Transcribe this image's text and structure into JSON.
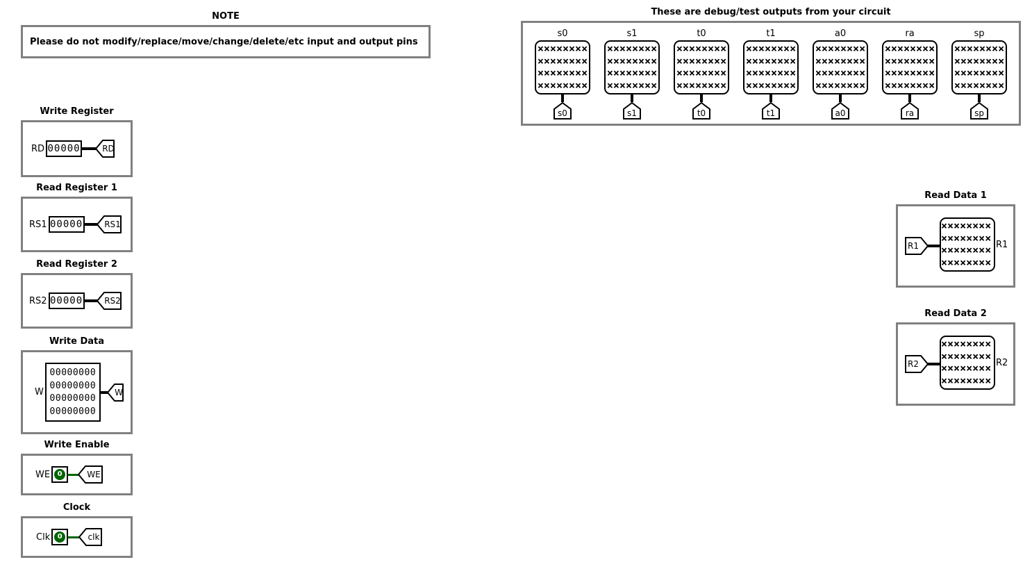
{
  "note": {
    "title": "NOTE",
    "text": "Please do not modify/replace/move/change/delete/etc input and output pins"
  },
  "unknown_row": "××××××××",
  "left_sections": {
    "write_register": {
      "title": "Write Register",
      "pin_label": "RD",
      "pin_value": "00000",
      "tunnel_label": "RD"
    },
    "read_register_1": {
      "title": "Read Register 1",
      "pin_label": "RS1",
      "pin_value": "00000",
      "tunnel_label": "RS1"
    },
    "read_register_2": {
      "title": "Read Register 2",
      "pin_label": "RS2",
      "pin_value": "00000",
      "tunnel_label": "RS2"
    },
    "write_data": {
      "title": "Write Data",
      "pin_label": "W",
      "pin_value_rows": [
        "00000000",
        "00000000",
        "00000000",
        "00000000"
      ],
      "tunnel_label": "W"
    },
    "write_enable": {
      "title": "Write Enable",
      "pin_label": "WE",
      "pin_value": "0",
      "tunnel_label": "WE"
    },
    "clock": {
      "title": "Clock",
      "pin_label": "Clk",
      "pin_value": "0",
      "tunnel_label": "clk"
    }
  },
  "debug": {
    "title": "These are debug/test outputs from your circuit",
    "probes": [
      {
        "label": "s0",
        "tunnel_label": "s0"
      },
      {
        "label": "s1",
        "tunnel_label": "s1"
      },
      {
        "label": "t0",
        "tunnel_label": "t0"
      },
      {
        "label": "t1",
        "tunnel_label": "t1"
      },
      {
        "label": "a0",
        "tunnel_label": "a0"
      },
      {
        "label": "ra",
        "tunnel_label": "ra"
      },
      {
        "label": "sp",
        "tunnel_label": "sp"
      }
    ]
  },
  "read_data_1": {
    "title": "Read Data 1",
    "tunnel_label": "R1",
    "probe_label": "R1"
  },
  "read_data_2": {
    "title": "Read Data 2",
    "tunnel_label": "R2",
    "probe_label": "R2"
  },
  "colors": {
    "panel_border": "#808080",
    "wire_bus": "#000000",
    "wire_low": "#006400",
    "pin_low_fill": "#006400",
    "unknown_value": "#000000"
  }
}
